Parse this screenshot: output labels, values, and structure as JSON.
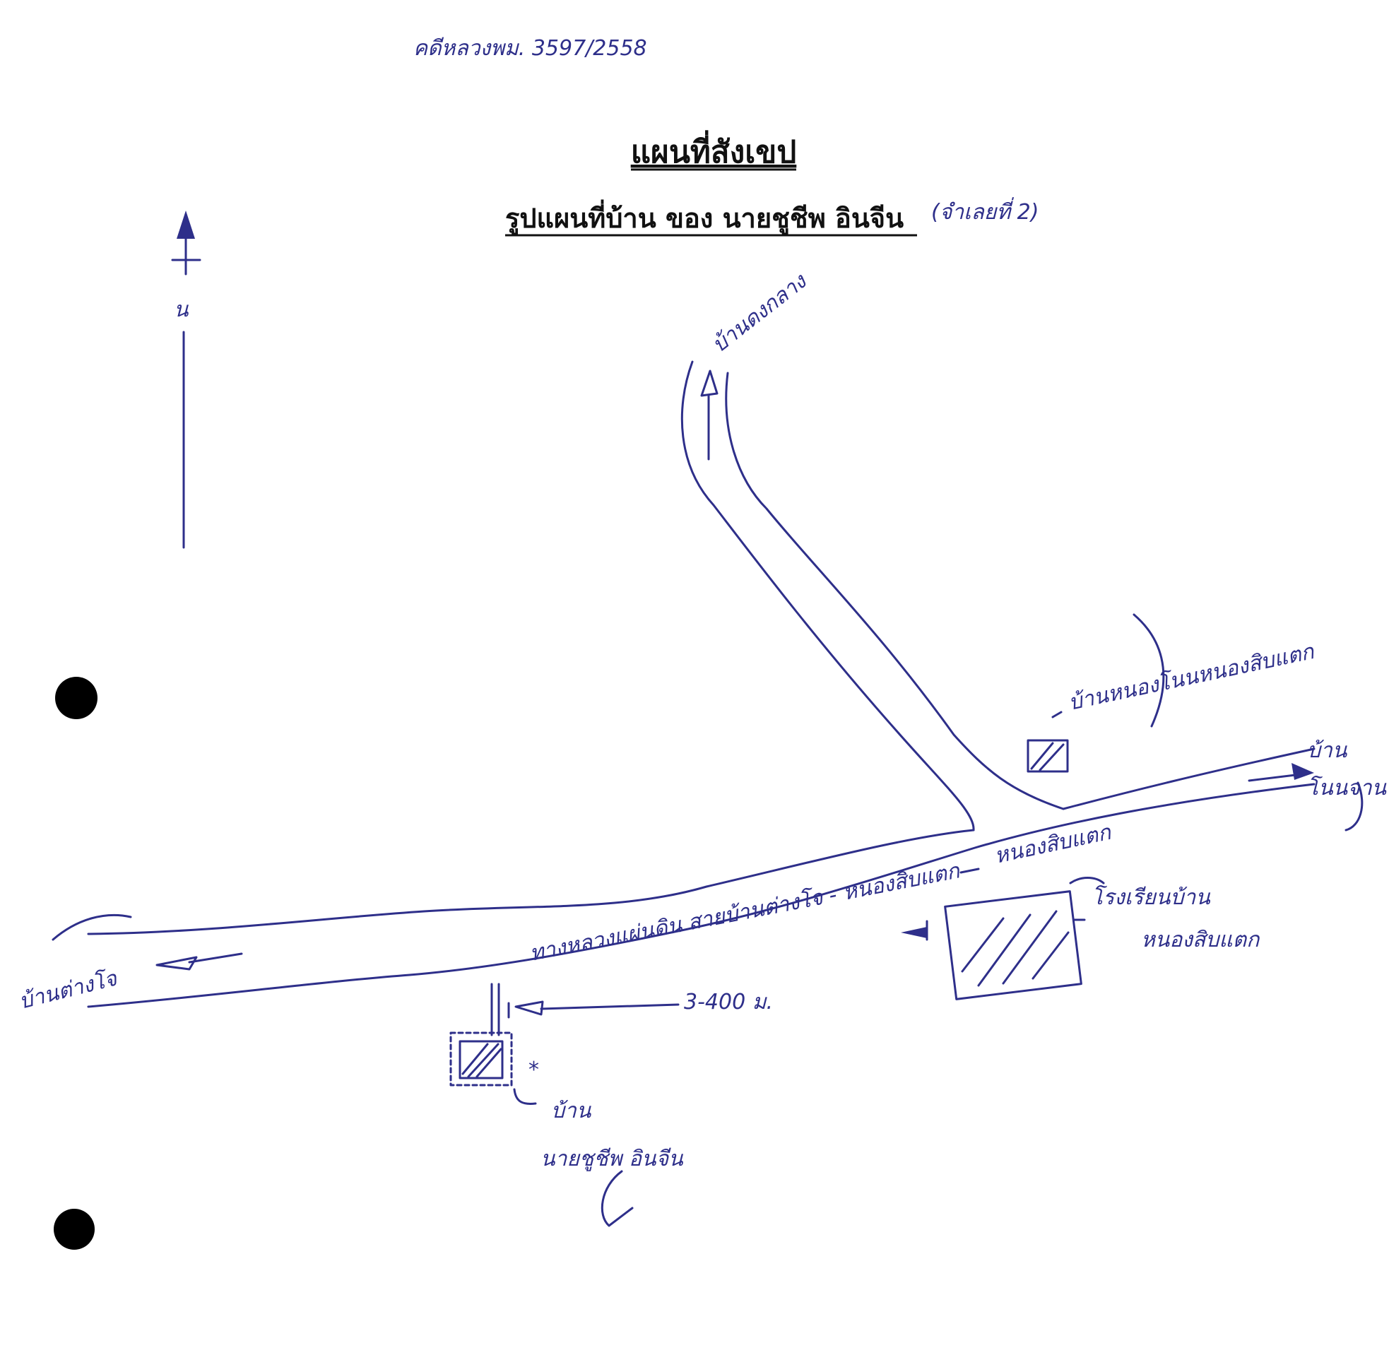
{
  "case_number": "คดีหลวงพม. 3597/2558",
  "title": "แผนที่สังเขป",
  "subtitle": "รูปแผนที่บ้าน  ของ นายชูชีพ  อินจีน",
  "subtitle_note": "(จำเลยที่ 2)",
  "north_label": "น",
  "labels": {
    "north_road_to": "บ้านดงกลาง",
    "west_village": "บ้านต่างโจ",
    "main_road": "ทางหลวงแผ่นดิน สายบ้านต่างโจ - หนองสิบแตก",
    "distance": "3-400 ม.",
    "temple": "บ้านหนองโนนหนองสิบแตก",
    "junction_area": "หนองสิบแตก",
    "school_line1": "โรงเรียนบ้าน",
    "school_line2": "หนองสิบแตก",
    "east_village_line1": "บ้าน",
    "east_village_line2": "โนนจาน",
    "house_line1": "บ้าน",
    "house_line2": "นายชูชีพ อินจีน",
    "star": "*"
  },
  "colors": {
    "ink": "#2e2f8a",
    "print": "#111111",
    "paper": "#ffffff"
  },
  "icons": [
    "north-arrow-icon",
    "direction-arrow-icon",
    "house-icon",
    "school-icon",
    "temple-icon",
    "star-icon",
    "binder-hole-icon"
  ]
}
